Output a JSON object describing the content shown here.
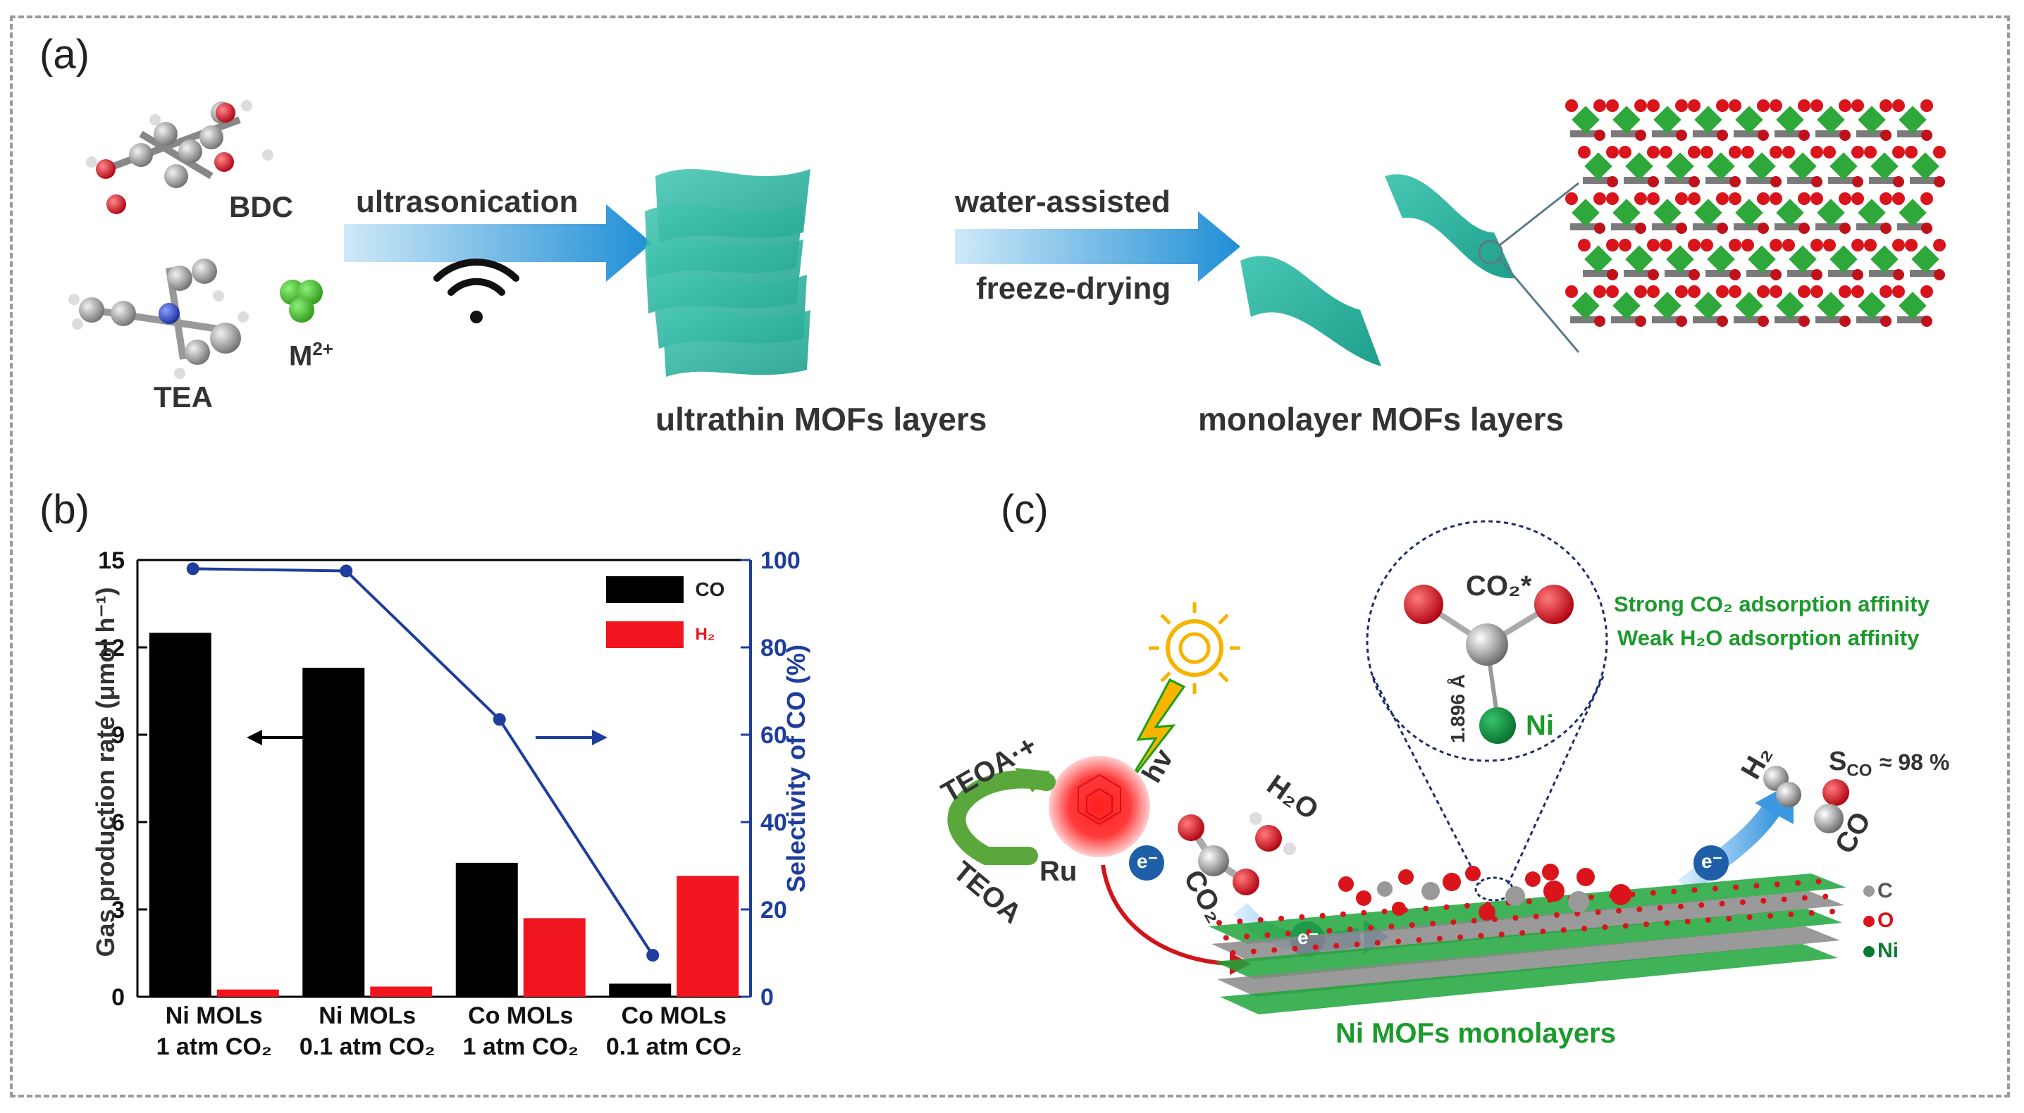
{
  "panels": {
    "a": "(a)",
    "b": "(b)",
    "c": "(c)"
  },
  "panel_a": {
    "bdc": "BDC",
    "tea": "TEA",
    "metal": "M",
    "metal_sup": "2+",
    "step1": "ultrasonication",
    "step2_top": "water-assisted",
    "step2_bottom": "freeze-drying",
    "ultrathin": "ultrathin MOFs layers",
    "monolayer": "monolayer MOFs layers",
    "colors": {
      "sheet": "#2bb5a0",
      "arrow": "#1f8ed6",
      "ni": "#1aa34a",
      "o": "#d9141b",
      "c": "#8c8c8c"
    }
  },
  "chart_data": {
    "type": "bar",
    "categories": [
      [
        "Ni MOLs",
        "1 atm CO₂"
      ],
      [
        "Ni MOLs",
        "0.1 atm CO₂"
      ],
      [
        "Co MOLs",
        "1 atm CO₂"
      ],
      [
        "Co MOLs",
        "0.1 atm CO₂"
      ]
    ],
    "series": [
      {
        "name": "CO",
        "values": [
          12.5,
          11.3,
          4.6,
          0.45
        ],
        "color": "#000000",
        "axis": "left"
      },
      {
        "name": "H₂",
        "values": [
          0.25,
          0.35,
          2.7,
          4.15
        ],
        "color": "#f0151e",
        "axis": "left"
      },
      {
        "name": "",
        "values": [
          98.0,
          97.5,
          63.5,
          9.5
        ],
        "color": "#1f3d9c",
        "axis": "right",
        "type": "line"
      }
    ],
    "ylabel": "Gas production rate (μmol h⁻¹)",
    "ylabel_right": "Selectivity of CO (%)",
    "ylim": [
      0,
      15
    ],
    "yticks": [
      "0",
      "3",
      "6",
      "9",
      "12",
      "15"
    ],
    "ylim_right": [
      0,
      100
    ],
    "yticks_right": [
      "0",
      "20",
      "40",
      "60",
      "80",
      "100"
    ],
    "legend": [
      "CO",
      "H₂"
    ],
    "legend_position": "top-right"
  },
  "panel_c": {
    "co2_star": "CO₂*",
    "bond_length": "1.896 Å",
    "ni": "Ni",
    "strong": "Strong CO₂ adsorption affinity",
    "weak": "Weak H₂O adsorption affinity",
    "hv": "hv",
    "teoa_plus": "TEOA·+",
    "teoa": "TEOA",
    "ru": "Ru",
    "electron": "e⁻",
    "h2o": "H₂O",
    "co2": "CO₂",
    "h2": "H₂",
    "co": "CO",
    "selectivity": "S",
    "selectivity_sub": "CO",
    "selectivity_value": "≈ 98 %",
    "legend_c": "C",
    "legend_o": "O",
    "legend_ni": "Ni",
    "caption": "Ni MOFs monolayers",
    "colors": {
      "green_text": "#1c9a2c",
      "ru": "#f0151e",
      "electron": "#1f5fa8"
    }
  }
}
